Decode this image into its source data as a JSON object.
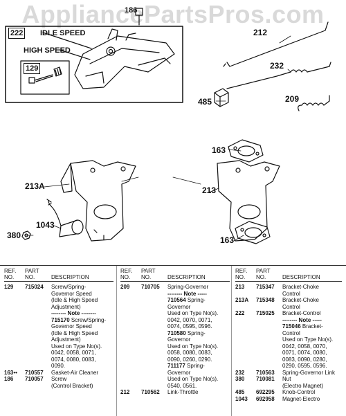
{
  "watermark": "AppliancePartsPros.com",
  "callouts": {
    "inset_box": "222",
    "idle_speed": "IDLE SPEED",
    "high_speed": "HIGH SPEED",
    "inset_129": "129",
    "c186": "186",
    "c212": "212",
    "c232": "232",
    "c209": "209",
    "c485": "485",
    "c163a": "163",
    "c213a": "213A",
    "c213": "213",
    "c163b": "163",
    "c1043": "1043",
    "c380": "380"
  },
  "table": {
    "headers": {
      "ref": "REF.\nNO.",
      "part": "PART\nNO.",
      "desc": "DESCRIPTION"
    },
    "columns": [
      [
        {
          "ref": "129",
          "part": "715024",
          "lines": [
            "Screw/Spring-",
            "Governor Speed",
            "(Idle & High Speed",
            "Adjustment)"
          ]
        },
        {
          "ref": "",
          "part": "",
          "lines": [
            "-------- Note --------"
          ],
          "note": true
        },
        {
          "ref": "",
          "part": "",
          "lines": [
            "715170 Screw/Spring-",
            "Governor Speed",
            "(Idle & High Speed",
            "Adjustment)",
            "Used on Type No(s).",
            "0042, 0058, 0071,",
            "0074, 0080, 0083,",
            "0090."
          ]
        },
        {
          "ref": "163••",
          "part": "710557",
          "lines": [
            "Gasket-Air Cleaner"
          ]
        },
        {
          "ref": "186",
          "part": "710057",
          "lines": [
            "Screw",
            "(Control Bracket)"
          ]
        }
      ],
      [
        {
          "ref": "209",
          "part": "710705",
          "lines": [
            "Spring-Governor"
          ]
        },
        {
          "ref": "",
          "part": "",
          "lines": [
            "-------- Note -----"
          ],
          "note": true
        },
        {
          "ref": "",
          "part": "",
          "lines": [
            "710564 Spring-",
            "Governor",
            "Used on Type No(s).",
            "0042, 0070, 0071,",
            "0074, 0595, 0596."
          ]
        },
        {
          "ref": "",
          "part": "",
          "lines": [
            "710580 Spring-",
            "Governor",
            "Used on Type No(s).",
            "0058, 0080, 0083,",
            "0090, 0260, 0290."
          ]
        },
        {
          "ref": "",
          "part": "",
          "lines": [
            "711177 Spring-",
            "Governor",
            "Used on Type No(s).",
            "0540, 0561."
          ]
        },
        {
          "ref": "212",
          "part": "710562",
          "lines": [
            "Link-Throttle"
          ]
        }
      ],
      [
        {
          "ref": "213",
          "part": "715347",
          "lines": [
            "Bracket-Choke",
            "Control"
          ]
        },
        {
          "ref": "213A",
          "part": "715348",
          "lines": [
            "Bracket-Choke",
            "Control"
          ]
        },
        {
          "ref": "222",
          "part": "715025",
          "lines": [
            "Bracket-Control"
          ]
        },
        {
          "ref": "",
          "part": "",
          "lines": [
            "-------- Note -----"
          ],
          "note": true
        },
        {
          "ref": "",
          "part": "",
          "lines": [
            "715046 Bracket-",
            "Control",
            "Used on Type No(s).",
            "0042, 0058, 0070,",
            "0071, 0074, 0080,",
            "0083, 0090, 0280,",
            "0290, 0595, 0596."
          ]
        },
        {
          "ref": "232",
          "part": "710563",
          "lines": [
            "Spring-Governor Link"
          ]
        },
        {
          "ref": "380",
          "part": "710081",
          "lines": [
            "Nut",
            "(Electro Magnet)"
          ]
        },
        {
          "ref": "485",
          "part": "692295",
          "lines": [
            "Knob-Control"
          ]
        },
        {
          "ref": "1043",
          "part": "692958",
          "lines": [
            "Magnet-Electro"
          ]
        }
      ]
    ]
  },
  "colors": {
    "ink": "#111111",
    "watermark": "#d9d9d9",
    "rule": "#333333"
  }
}
